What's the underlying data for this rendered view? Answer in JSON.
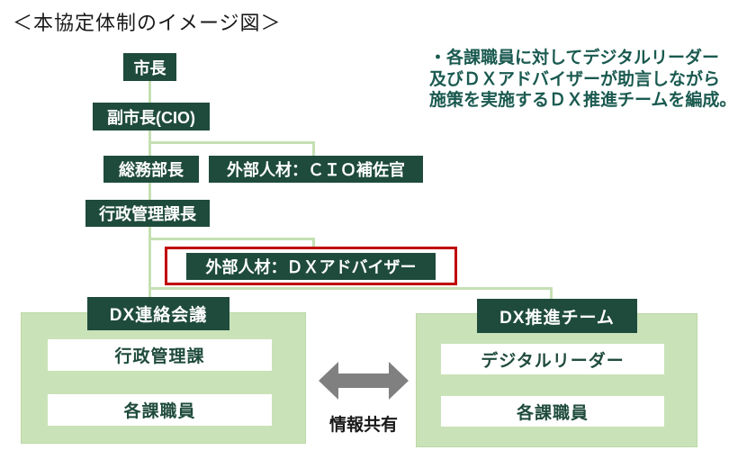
{
  "title": "＜本協定体制のイメージ図＞",
  "annotation": {
    "line1": "・各課職員に対してデジタルリーダー",
    "line2": "及びＤＸアドバイザーが助言しながら",
    "line3": "施策を実施するＤＸ推進チームを編成。"
  },
  "org_chart": {
    "mayor": "市長",
    "deputy_mayor_cio": "副市長(CIO)",
    "general_affairs_director": "総務部長",
    "external_cio_assistant": "外部人材：ＣＩＯ補佐官",
    "admin_management_section_chief": "行政管理課長",
    "external_dx_advisor": "外部人材：ＤＸアドバイザー"
  },
  "dx_liaison_council": {
    "header": "DX連絡会議",
    "members": [
      "行政管理課",
      "各課職員"
    ]
  },
  "dx_promotion_team": {
    "header": "DX推進チーム",
    "members": [
      "デジタルリーダー",
      "各課職員"
    ]
  },
  "info_share": {
    "arrow_icon": "double-headed-arrow",
    "label": "情報共有"
  },
  "colors": {
    "box_dark_green": "#1F4B3C",
    "container_light_green": "#CAE2B8",
    "connector_green": "#C5E0B4",
    "highlight_red": "#C00000",
    "annotation_teal": "#1A5A50",
    "arrow_gray": "#808080"
  }
}
